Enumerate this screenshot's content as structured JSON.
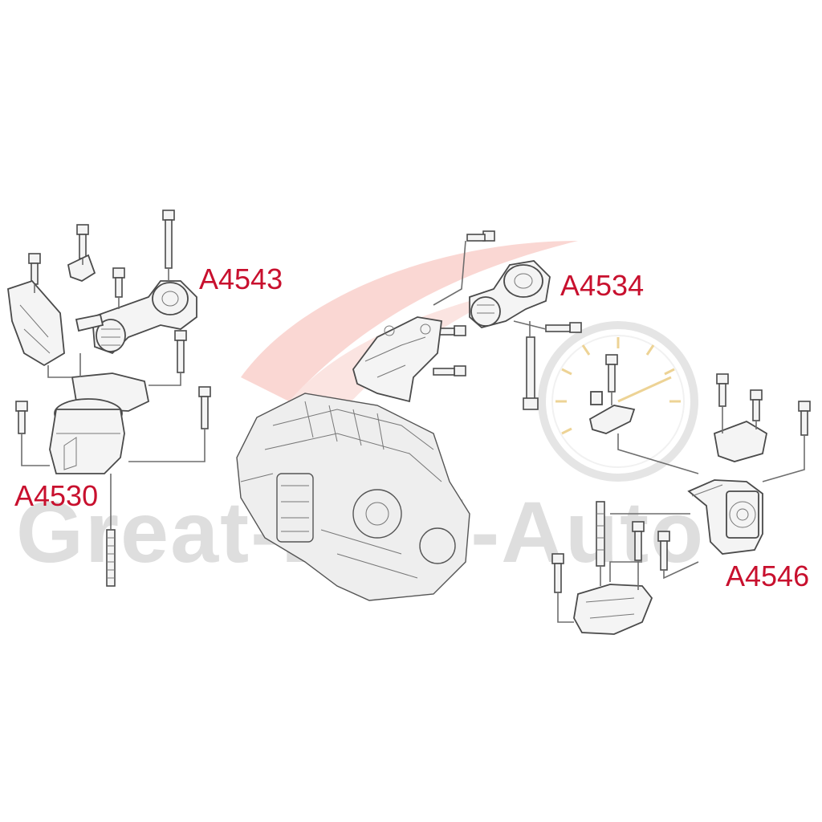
{
  "labels": {
    "a4543": "A4543",
    "a4534": "A4534",
    "a4530": "A4530",
    "a4546": "A4546"
  },
  "watermark": {
    "text": "Great-Deal-Auto"
  },
  "colors": {
    "label": "#c8102e",
    "watermark_swoosh": "#f6b7b0",
    "speedometer_ticks": "#e0b040",
    "line_art": "#4a4a4a"
  },
  "icons": {
    "watermark": "speedometer-swoosh-logo"
  }
}
